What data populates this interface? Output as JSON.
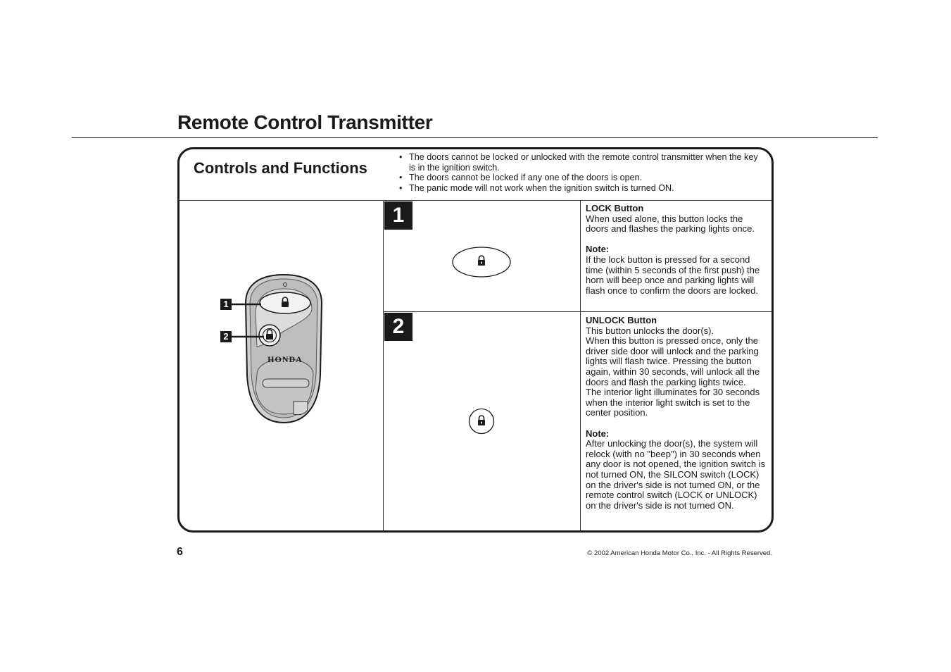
{
  "page": {
    "title": "Remote Control Transmitter",
    "number": "6",
    "copyright": "© 2002 American Honda Motor Co., Inc. - All Rights Reserved."
  },
  "section": {
    "title": "Controls and Functions",
    "notes": [
      "The doors cannot be locked or unlocked with the remote control transmitter when the key is in the ignition switch.",
      "The doors cannot be locked if any one of the doors is open.",
      "The panic mode will not work when the ignition switch is turned ON."
    ]
  },
  "fob": {
    "brand": "HONDA",
    "callouts": [
      "1",
      "2"
    ]
  },
  "items": [
    {
      "number": "1",
      "icon": "lock-icon",
      "heading": "LOCK Button",
      "body": "When used alone, this button locks the doors and flashes the parking lights once.",
      "note_label": "Note:",
      "note": "If the lock button is pressed for a second time (within 5 seconds of the first push) the horn will beep once and parking lights will flash once to confirm the doors are locked."
    },
    {
      "number": "2",
      "icon": "unlock-icon",
      "heading": "UNLOCK Button",
      "body_1": "This button unlocks the door(s).",
      "body_2": "When this button is pressed once, only the driver side door will unlock and the parking lights will flash twice. Pressing the button again, within 30 seconds, will unlock all the doors and flash the parking lights twice.",
      "body_3": "The interior light illuminates for 30 seconds when the interior light switch is set to the center position.",
      "note_label": "Note:",
      "note": "After unlocking the door(s), the system will relock (with no \"beep\") in 30 seconds when any door is not opened, the ignition switch is not turned ON, the SILCON switch (LOCK) on the driver's side is not turned ON, or the remote control switch (LOCK or UNLOCK) on the driver's side is not turned ON."
    }
  ]
}
